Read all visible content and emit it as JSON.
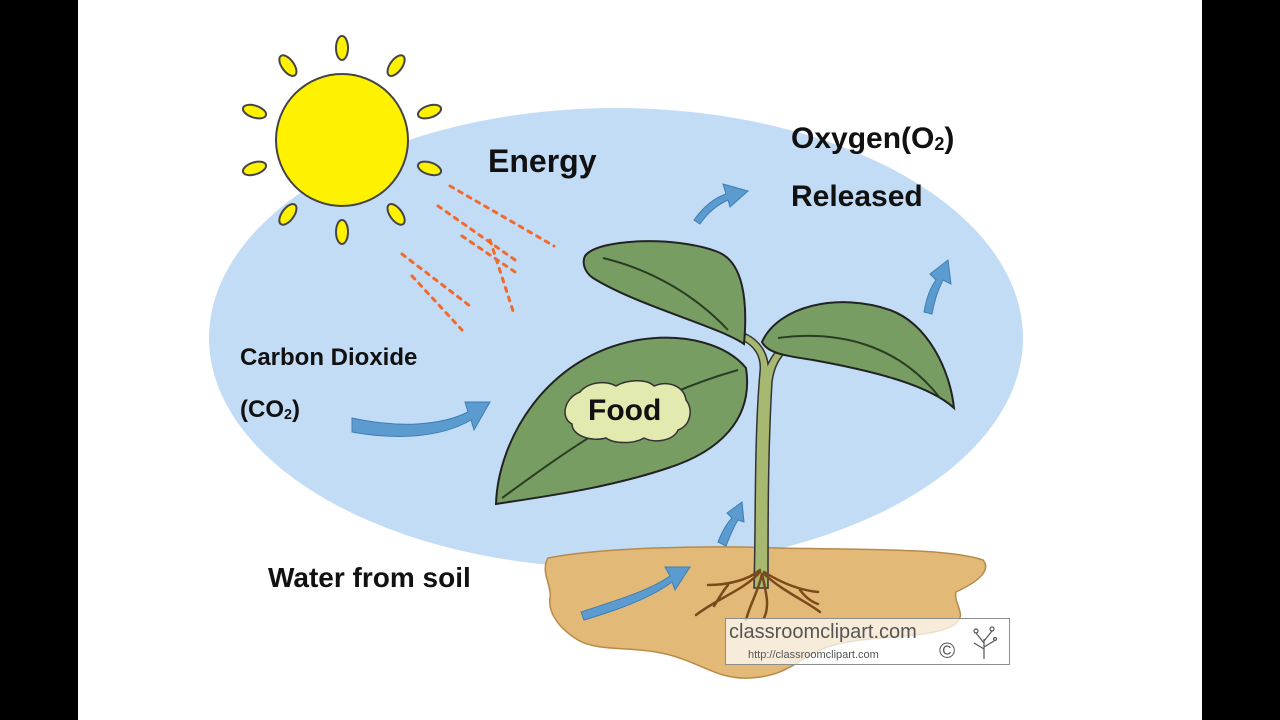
{
  "labels": {
    "energy": "Energy",
    "oxygen_main": "Oxygen(O",
    "oxygen_sub": "2",
    "oxygen_close": ")",
    "released": "Released",
    "co2_name": "Carbon Dioxide",
    "co2_open": "(CO",
    "co2_sub": "2",
    "co2_close": ")",
    "water": "Water from soil",
    "food": "Food"
  },
  "watermark": {
    "name": "classroomclipart.com",
    "url": "http://classroomclipart.com",
    "copyright": "©"
  },
  "colors": {
    "sky": "#c3dcf6",
    "sun": "#fff200",
    "leaf": "#789d62",
    "food_blob": "#e3eab0",
    "soil": "#e3b978",
    "arrow": "#5b9bd0",
    "energy_rays": "#f06a2e"
  },
  "icons": [
    "sun-icon",
    "plant-icon",
    "roots-icon",
    "arrow-icon",
    "tree-logo-icon"
  ]
}
